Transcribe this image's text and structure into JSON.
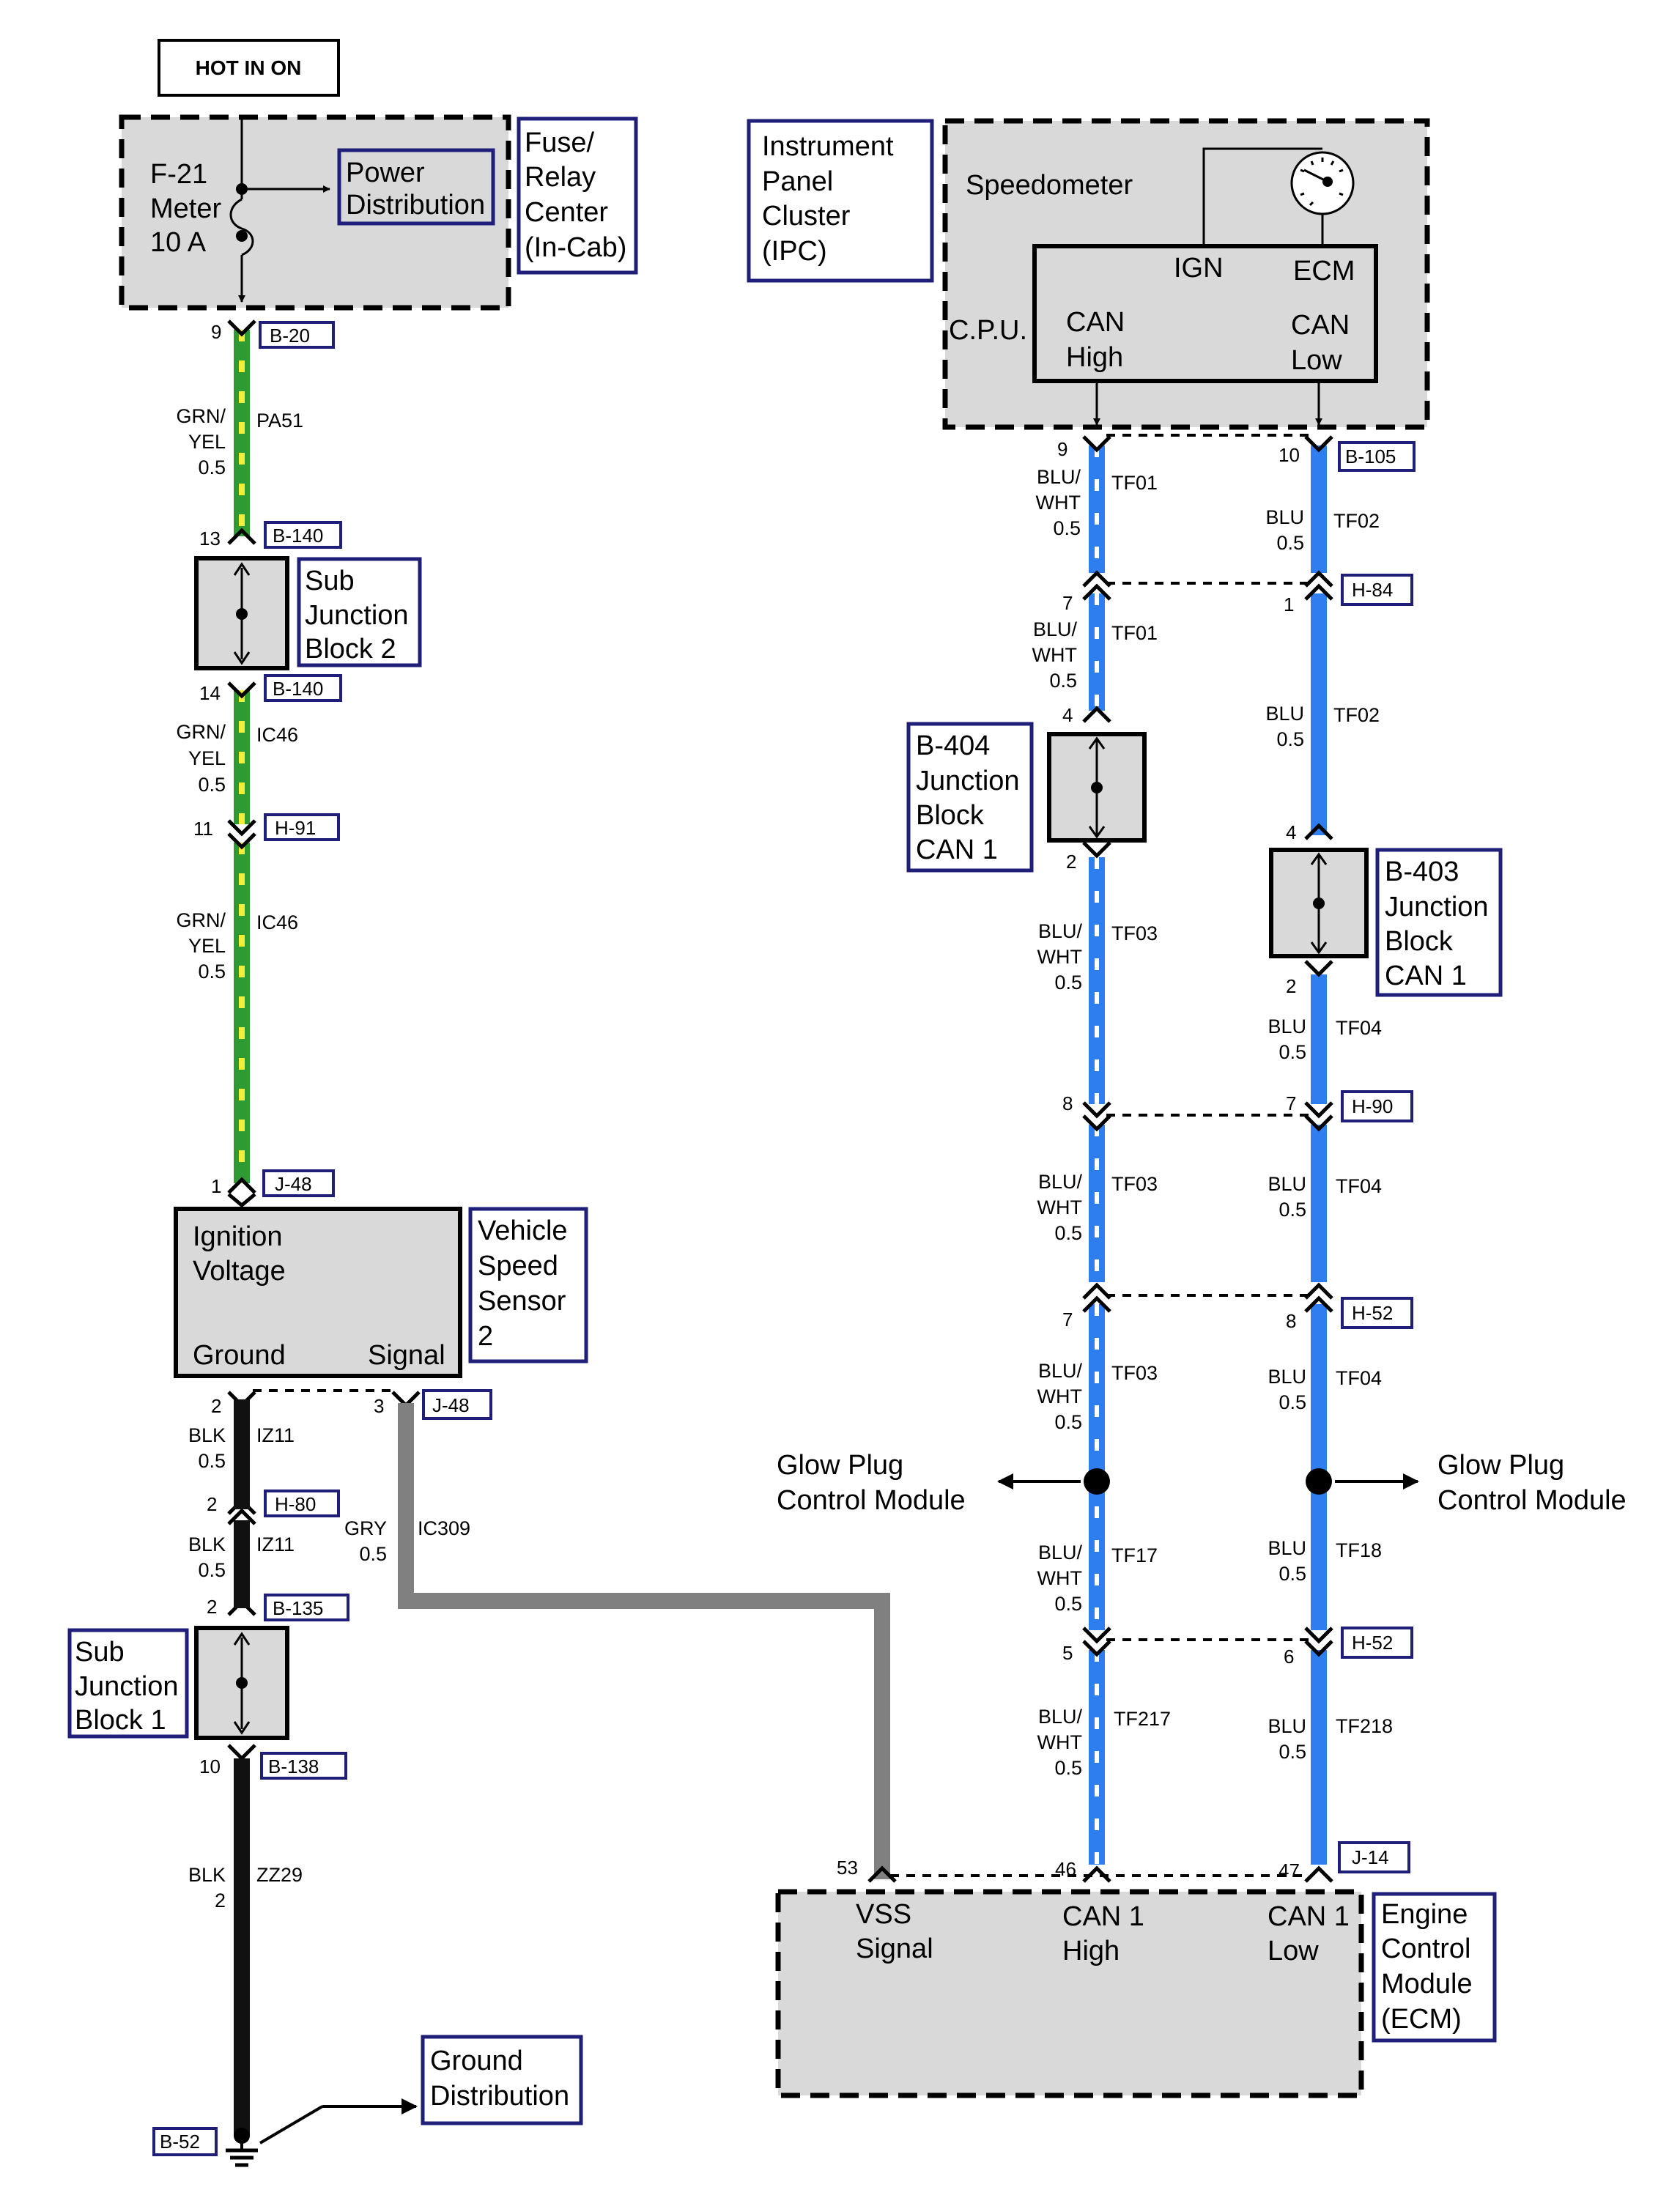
{
  "header": {
    "hot_label": "HOT IN ON"
  },
  "fuse": {
    "name": "F-21",
    "desc": "Meter",
    "rating": "10 A",
    "power_dist": [
      "Power",
      "Distribution"
    ],
    "center_label": [
      "Fuse/",
      "Relay",
      "Center",
      "(In-Cab)"
    ]
  },
  "ipc": {
    "label": [
      "Instrument",
      "Panel",
      "Cluster",
      "(IPC)"
    ],
    "speedometer": "Speedometer",
    "cpu": "C.P.U.",
    "ign": "IGN",
    "ecm": "ECM",
    "can_high": [
      "CAN",
      "High"
    ],
    "can_low": [
      "CAN",
      "Low"
    ]
  },
  "blocks": {
    "sjb2": [
      "Sub",
      "Junction",
      "Block 2"
    ],
    "sjb1": [
      "Sub",
      "Junction",
      "Block 1"
    ],
    "b404": [
      "B-404",
      "Junction",
      "Block",
      "CAN 1"
    ],
    "b403": [
      "B-403",
      "Junction",
      "Block",
      "CAN 1"
    ]
  },
  "vss": {
    "label": [
      "Vehicle",
      "Speed",
      "Sensor",
      "2"
    ],
    "ign": [
      "Ignition",
      "Voltage"
    ],
    "ground": "Ground",
    "signal": "Signal"
  },
  "ecm_module": {
    "label": [
      "Engine",
      "Control",
      "Module",
      "(ECM)"
    ],
    "vss": [
      "VSS",
      "Signal"
    ],
    "can_high": [
      "CAN 1",
      "High"
    ],
    "can_low": [
      "CAN 1",
      "Low"
    ]
  },
  "glow_plug": [
    "Glow Plug",
    "Control Module"
  ],
  "ground_dist": [
    "Ground",
    "Distribution"
  ],
  "connectors": [
    "B-20",
    "B-140",
    "B-140",
    "H-91",
    "J-48",
    "J-48",
    "H-80",
    "B-135",
    "B-138",
    "B-52",
    "B-105",
    "H-84",
    "H-90",
    "H-52",
    "H-52",
    "J-14"
  ],
  "pins": [
    "9",
    "13",
    "14",
    "11",
    "1",
    "2",
    "3",
    "2",
    "2",
    "10",
    "9",
    "10",
    "7",
    "1",
    "4",
    "2",
    "4",
    "2",
    "8",
    "7",
    "7",
    "8",
    "5",
    "6",
    "53",
    "46",
    "47"
  ],
  "wires": {
    "pa51": {
      "color": [
        "GRN/",
        "YEL",
        "0.5"
      ],
      "circuit": "PA51"
    },
    "ic46a": {
      "color": [
        "GRN/",
        "YEL",
        "0.5"
      ],
      "circuit": "IC46"
    },
    "ic46b": {
      "color": [
        "GRN/",
        "YEL",
        "0.5"
      ],
      "circuit": "IC46"
    },
    "iz11a": {
      "color": [
        "BLK",
        "0.5"
      ],
      "circuit": "IZ11"
    },
    "iz11b": {
      "color": [
        "BLK",
        "0.5"
      ],
      "circuit": "IZ11"
    },
    "zz29": {
      "color": [
        "BLK",
        "2"
      ],
      "circuit": "ZZ29"
    },
    "ic309": {
      "color": [
        "GRY",
        "0.5"
      ],
      "circuit": "IC309"
    },
    "tf01a": {
      "color": [
        "BLU/",
        "WHT",
        "0.5"
      ],
      "circuit": "TF01"
    },
    "tf01b": {
      "color": [
        "BLU/",
        "WHT",
        "0.5"
      ],
      "circuit": "TF01"
    },
    "tf03a": {
      "color": [
        "BLU/",
        "WHT",
        "0.5"
      ],
      "circuit": "TF03"
    },
    "tf03b": {
      "color": [
        "BLU/",
        "WHT",
        "0.5"
      ],
      "circuit": "TF03"
    },
    "tf03c": {
      "color": [
        "BLU/",
        "WHT",
        "0.5"
      ],
      "circuit": "TF03"
    },
    "tf17": {
      "color": [
        "BLU/",
        "WHT",
        "0.5"
      ],
      "circuit": "TF17"
    },
    "tf217": {
      "color": [
        "BLU/",
        "WHT",
        "0.5"
      ],
      "circuit": "TF217"
    },
    "tf02a": {
      "color": [
        "BLU",
        "0.5"
      ],
      "circuit": "TF02"
    },
    "tf02b": {
      "color": [
        "BLU",
        "0.5"
      ],
      "circuit": "TF02"
    },
    "tf04a": {
      "color": [
        "BLU",
        "0.5"
      ],
      "circuit": "TF04"
    },
    "tf04b": {
      "color": [
        "BLU",
        "0.5"
      ],
      "circuit": "TF04"
    },
    "tf04c": {
      "color": [
        "BLU",
        "0.5"
      ],
      "circuit": "TF04"
    },
    "tf18": {
      "color": [
        "BLU",
        "0.5"
      ],
      "circuit": "TF18"
    },
    "tf218": {
      "color": [
        "BLU",
        "0.5"
      ],
      "circuit": "TF218"
    }
  },
  "colors": {
    "green": "#2e9a34",
    "yellow": "#f2ee3a",
    "blue": "#2f7ef0",
    "white": "#ffffff",
    "black": "#111111",
    "gray": "#808080",
    "module_fill": "#d9d9d9",
    "label_border": "#1f1f7a"
  }
}
